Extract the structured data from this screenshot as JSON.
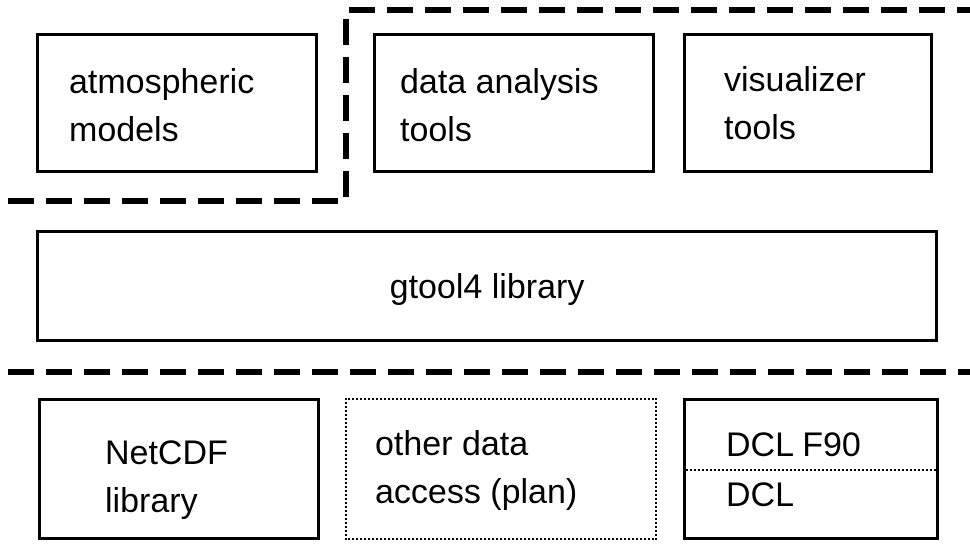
{
  "diagram": {
    "atmospheric_models": {
      "line1": "atmospheric",
      "line2": "models"
    },
    "data_analysis_tools": {
      "line1": "data analysis",
      "line2": "tools"
    },
    "visualizer_tools": {
      "line1": "visualizer",
      "line2": "tools"
    },
    "gtool4_library": {
      "label": "gtool4 library"
    },
    "netcdf_library": {
      "line1": "NetCDF",
      "line2": "library"
    },
    "other_data_access": {
      "line1": "other data",
      "line2": "access (plan)"
    },
    "dcl_stack": {
      "upper": "DCL F90",
      "lower": "DCL"
    }
  }
}
